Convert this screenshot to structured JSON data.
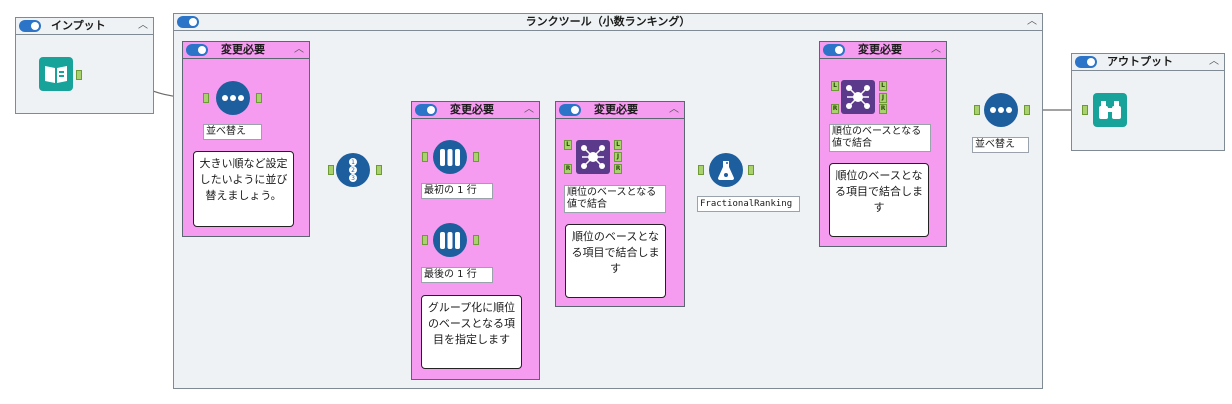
{
  "containers": {
    "input": {
      "title": "インプット"
    },
    "rank_tool": {
      "title": "ランクツール（小数ランキング）"
    },
    "output": {
      "title": "アウトプット"
    },
    "edit1": {
      "title": "変更必要"
    },
    "edit2": {
      "title": "変更必要"
    },
    "edit3": {
      "title": "変更必要"
    },
    "edit4": {
      "title": "変更必要"
    }
  },
  "tools": {
    "sort1": {
      "label": "並べ替え"
    },
    "sort2": {
      "label": "並べ替え"
    },
    "first": {
      "label": "最初の 1 行"
    },
    "last": {
      "label": "最後の 1 行"
    },
    "join1": {
      "label": "順位のベースとなる値で結合"
    },
    "join2": {
      "label": "順位のベースとなる値で結合"
    },
    "fractional": {
      "label": "FractionalRanking"
    }
  },
  "comments": {
    "sort_note": "大きい順など設定したいように並び替えましょう。",
    "group_note": "グループ化に順位のベースとなる項目を指定します",
    "join_note1": "順位のベースとなる項目で結合します",
    "join_note2": "順位のベースとなる項目で結合します"
  },
  "anchors": {
    "L": "L",
    "R": "R",
    "J": "J"
  },
  "colors": {
    "container_bg": "#eef2f4",
    "edit_container_bg": "#f59cf0",
    "toggle": "#2c74c8",
    "tool_blue": "#1d5e9f",
    "tool_teal": "#18a39a",
    "tool_purple": "#5b3a8c",
    "anchor": "#a9d26f"
  },
  "icons": {
    "input": "book-icon",
    "sort": "dots-icon",
    "tile": "numbered-list-icon",
    "sample": "tubes-icon",
    "join": "network-icon",
    "formula": "flask-icon",
    "browse": "binoculars-icon"
  }
}
